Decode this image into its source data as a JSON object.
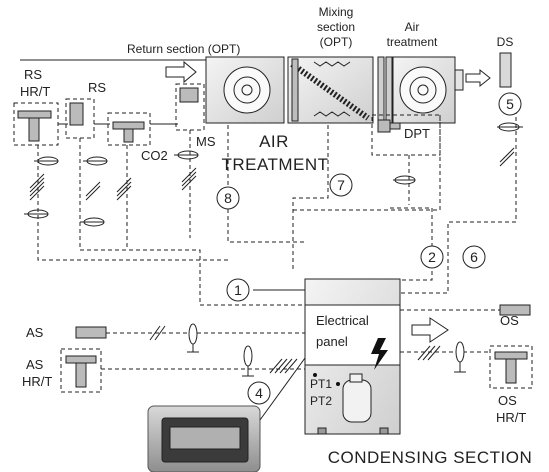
{
  "labels": {
    "mixing_line1": "Mixing",
    "mixing_line2": "section",
    "mixing_line3": "(OPT)",
    "air_line1": "Air",
    "air_line2": "treatment",
    "return_section": "Return section (OPT)",
    "ds": "DS",
    "rs_hrt_1": "RS",
    "rs_hrt_2": "HR/T",
    "rs": "RS",
    "ms": "MS",
    "co2": "CO2",
    "dpt": "DPT",
    "air_treatment_1": "AIR",
    "air_treatment_2": "TREATMENT",
    "as": "AS",
    "as_hrt_1": "AS",
    "as_hrt_2": "HR/T",
    "os": "OS",
    "os_hrt_1": "OS",
    "os_hrt_2": "HR/T",
    "electrical_1": "Electrical",
    "electrical_2": "panel",
    "pt1": "PT1",
    "pt2": "PT2",
    "condensing": "CONDENSING SECTION"
  },
  "callouts": [
    "1",
    "2",
    "4",
    "5",
    "6",
    "7",
    "8"
  ]
}
